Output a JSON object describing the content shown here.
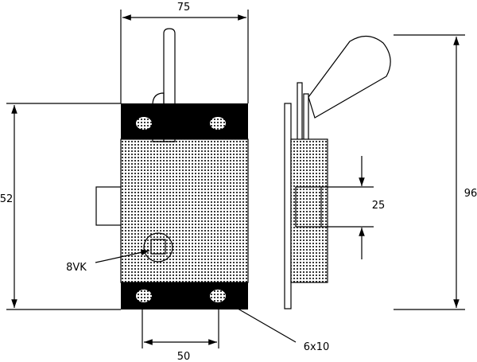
{
  "diagram": {
    "labels": {
      "width_top": "75",
      "height_left": "52",
      "height_right": "96",
      "slot_height": "25",
      "bottom_spacing": "50",
      "key_label": "8VK",
      "hole_label": "6x10"
    },
    "colors": {
      "ink": "#000000",
      "plate": "#d9d9d9",
      "background": "#ffffff"
    }
  }
}
